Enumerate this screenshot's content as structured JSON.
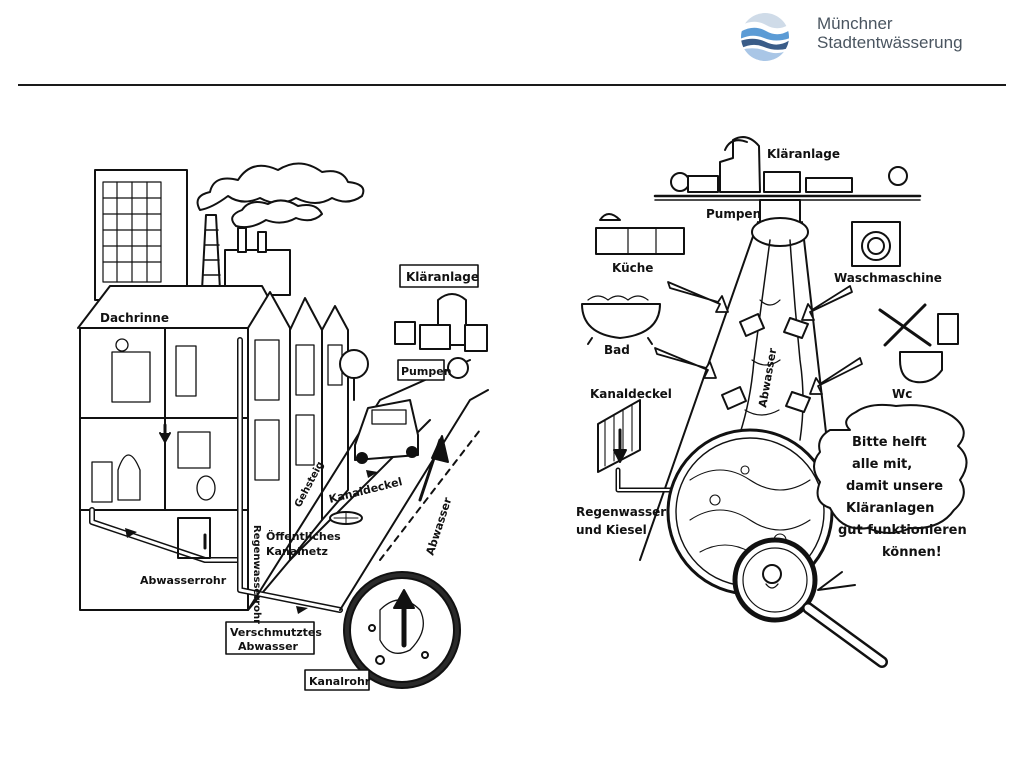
{
  "header": {
    "brand_line1": "Münchner",
    "brand_line2": "Stadtentwässerung",
    "logo_icon": "wave-globe-logo-icon",
    "brand_colors": {
      "sky": "#5b9bd5",
      "water_dark": "#3a5c88",
      "water_light": "#a9c6e6",
      "text": "#4a5560"
    }
  },
  "left_diagram": {
    "labels": {
      "dachrinne": "Dachrinne",
      "klaeranlage": "Kläranlage",
      "pumpen": "Pumpen",
      "gehsteig": "Gehsteig",
      "kanaldeckel": "Kanaldeckel",
      "oeffentliches_l1": "Öffentliches",
      "oeffentliches_l2": "Kanalnetz",
      "regenwasserrohr": "Regenwasserrohr",
      "abwasser": "Abwasser",
      "abwasserrohr": "Abwasserrohr",
      "verschmutztes_l1": "Verschmutztes",
      "verschmutztes_l2": "Abwasser",
      "kanalrohr": "Kanalrohr"
    }
  },
  "right_diagram": {
    "labels": {
      "klaeranlage": "Kläranlage",
      "pumpen": "Pumpen",
      "kueche": "Küche",
      "waschmaschine": "Waschmaschine",
      "bad": "Bad",
      "wc": "Wc",
      "kanaldeckel": "Kanaldeckel",
      "abwasser": "Abwasser",
      "regenwasser_l1": "Regenwasser",
      "regenwasser_l2": "und Kiesel"
    },
    "speech_bubble": {
      "line1": "Bitte helft",
      "line2": "alle mit,",
      "line3": "damit unsere",
      "line4": "Kläranlagen",
      "line5": "gut funktionieren",
      "line6": "können!"
    }
  }
}
